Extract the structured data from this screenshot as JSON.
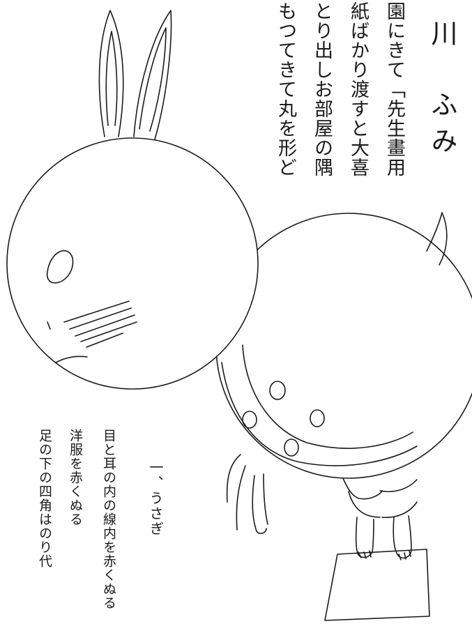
{
  "author": {
    "surname": "川",
    "given": "ふみ"
  },
  "story_lines": [
    "園にきて「先生畫用",
    "紙ばかり渡すと大喜",
    "とり出しお部屋の隅",
    "もつてきて丸を形ど"
  ],
  "craft_note": {
    "title": "一、うさぎ",
    "lines": [
      "目と耳の内の線内を赤くぬる",
      "洋服を赤くぬる",
      "足の下の四角はのり代"
    ]
  },
  "colors": {
    "ink": "#1a1a1a",
    "paper": "#ffffff"
  },
  "illustration_icon": "rabbit-paper-craft"
}
